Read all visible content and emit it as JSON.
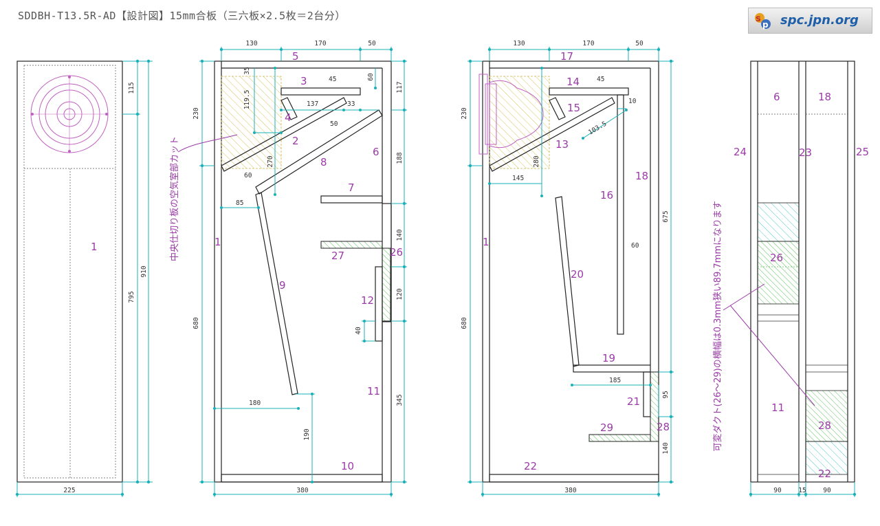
{
  "title": "SDDBH-T13.5R-AD【設計図】15mm合板（三六板×2.5枚＝2台分）",
  "logo": {
    "text": "spc.jpn.org",
    "icon": "spc-logo"
  },
  "note_vertical": "中央仕切り板の空気室部カット",
  "note_duct": "可変ダクト(26〜29)の横幅は0.3mm狭い89.7mmになります",
  "colors": {
    "dimension": "#1ab0b8",
    "label": "#9b3aa8",
    "hatch_yellow": "#d8c25a",
    "hatch_green": "#5bc05b",
    "hatch_cyan": "#4fc9c9"
  },
  "front": {
    "labels": [
      "1"
    ],
    "dims": [
      "115",
      "795",
      "910",
      "225"
    ]
  },
  "side1": {
    "labels": [
      "5",
      "3",
      "4",
      "2",
      "8",
      "6",
      "7",
      "1",
      "9",
      "27",
      "26",
      "12",
      "11",
      "10"
    ],
    "small": [
      "35",
      "119.5",
      "60",
      "137",
      "33",
      "50",
      "45",
      "60",
      "85",
      "180",
      "190"
    ],
    "dims": [
      "130",
      "170",
      "50",
      "230",
      "270",
      "680",
      "117",
      "188",
      "140",
      "120",
      "40",
      "345",
      "380"
    ]
  },
  "side2": {
    "labels": [
      "17",
      "14",
      "15",
      "13",
      "18",
      "16",
      "1",
      "20",
      "19",
      "21",
      "28",
      "29",
      "22"
    ],
    "small": [
      "45",
      "10",
      "103.5",
      "145",
      "60",
      "185"
    ],
    "dims": [
      "130",
      "170",
      "50",
      "230",
      "280",
      "680",
      "675",
      "95",
      "140",
      "380"
    ]
  },
  "back": {
    "labels": [
      "6",
      "18",
      "24",
      "23",
      "25",
      "26",
      "11",
      "28",
      "22"
    ],
    "dims": [
      "90",
      "15",
      "90"
    ]
  }
}
